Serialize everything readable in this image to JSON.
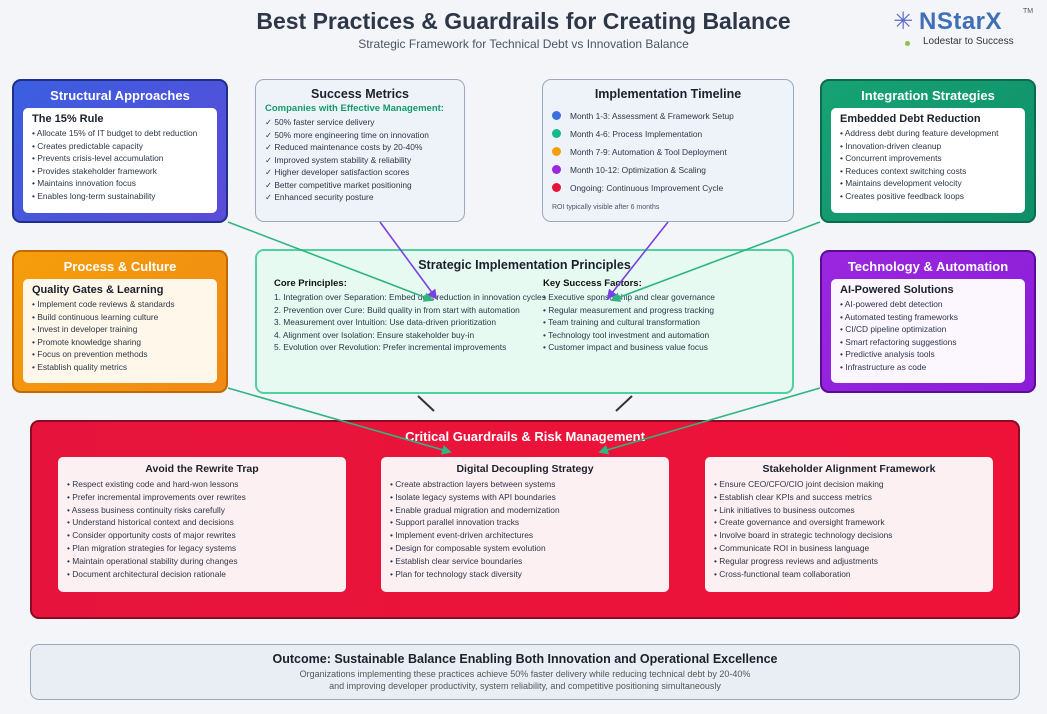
{
  "header": {
    "title": "Best Practices & Guardrails for Creating Balance",
    "subtitle": "Strategic Framework for Technical Debt vs Innovation Balance"
  },
  "logo": {
    "name": "NStarX",
    "trademark": "TM",
    "tagline": "Lodestar to Success"
  },
  "structural": {
    "title": "Structural Approaches",
    "heading": "The 15% Rule",
    "items": [
      "• Allocate 15% of IT budget to debt reduction",
      "• Creates predictable capacity",
      "• Prevents crisis-level accumulation",
      "• Provides stakeholder framework",
      "• Maintains innovation focus",
      "• Enables long-term sustainability"
    ]
  },
  "metrics": {
    "title": "Success Metrics",
    "subtitle": "Companies with Effective Management:",
    "items": [
      "✓ 50% faster service delivery",
      "✓ 50% more engineering time on innovation",
      "✓ Reduced maintenance costs by 20-40%",
      "✓ Improved system stability & reliability",
      "✓ Higher developer satisfaction scores",
      "✓ Better competitive market positioning",
      "✓ Enhanced security posture"
    ]
  },
  "timeline": {
    "title": "Implementation Timeline",
    "items": [
      {
        "label": "Month 1-3: Assessment & Framework Setup",
        "color": "#3b6fe0"
      },
      {
        "label": "Month 4-6: Process Implementation",
        "color": "#14b88a"
      },
      {
        "label": "Month 7-9: Automation & Tool Deployment",
        "color": "#f59e0b"
      },
      {
        "label": "Month 10-12: Optimization & Scaling",
        "color": "#9b27e0"
      },
      {
        "label": "Ongoing: Continuous Improvement Cycle",
        "color": "#e6143c"
      }
    ],
    "note": "ROI typically visible after 6 months"
  },
  "integration": {
    "title": "Integration Strategies",
    "heading": "Embedded Debt Reduction",
    "items": [
      "• Address debt during feature development",
      "• Innovation-driven cleanup",
      "• Concurrent improvements",
      "• Reduces context switching costs",
      "• Maintains development velocity",
      "• Creates positive feedback loops"
    ]
  },
  "process": {
    "title": "Process & Culture",
    "heading": "Quality Gates & Learning",
    "items": [
      "• Implement code reviews & standards",
      "• Build continuous learning culture",
      "• Invest in developer training",
      "• Promote knowledge sharing",
      "• Focus on prevention methods",
      "• Establish quality metrics"
    ]
  },
  "strategic": {
    "title": "Strategic Implementation Principles",
    "core_heading": "Core Principles:",
    "core": [
      "1. Integration over Separation: Embed debt reduction in innovation cycles",
      "2. Prevention over Cure: Build quality in from start with automation",
      "3. Measurement over Intuition: Use data-driven prioritization",
      "4. Alignment over Isolation: Ensure stakeholder buy-in",
      "5. Evolution over Revolution: Prefer incremental improvements"
    ],
    "factors_heading": "Key Success Factors:",
    "factors": [
      "• Executive sponsorship and clear governance",
      "• Regular measurement and progress tracking",
      "• Team training and cultural transformation",
      "• Technology tool investment and automation",
      "• Customer impact and business value focus"
    ]
  },
  "technology": {
    "title": "Technology & Automation",
    "heading": "AI-Powered Solutions",
    "items": [
      "• AI-powered debt detection",
      "• Automated testing frameworks",
      "• CI/CD pipeline optimization",
      "• Smart refactoring suggestions",
      "• Predictive analysis tools",
      "• Infrastructure as code"
    ]
  },
  "critical": {
    "title": "Critical Guardrails & Risk Management",
    "cards": [
      {
        "title": "Avoid the Rewrite Trap",
        "items": [
          "• Respect existing code and hard-won lessons",
          "• Prefer incremental improvements over rewrites",
          "• Assess business continuity risks carefully",
          "• Understand historical context and decisions",
          "• Consider opportunity costs of major rewrites",
          "• Plan migration strategies for legacy systems",
          "• Maintain operational stability during changes",
          "• Document architectural decision rationale"
        ]
      },
      {
        "title": "Digital Decoupling Strategy",
        "items": [
          "• Create abstraction layers between systems",
          "• Isolate legacy systems with API boundaries",
          "• Enable gradual migration and modernization",
          "• Support parallel innovation tracks",
          "• Implement event-driven architectures",
          "• Design for composable system evolution",
          "• Establish clear service boundaries",
          "• Plan for technology stack diversity"
        ]
      },
      {
        "title": "Stakeholder Alignment Framework",
        "items": [
          "• Ensure CEO/CFO/CIO joint decision making",
          "• Establish clear KPIs and success metrics",
          "• Link initiatives to business outcomes",
          "• Create governance and oversight framework",
          "• Involve board in strategic technology decisions",
          "• Communicate ROI in business language",
          "• Regular progress reviews and adjustments",
          "• Cross-functional team collaboration"
        ]
      }
    ]
  },
  "outcome": {
    "title": "Outcome: Sustainable Balance Enabling Both Innovation and Operational Excellence",
    "line1": "Organizations implementing these practices achieve 50% faster delivery while reducing technical debt by 20-40%",
    "line2": "and improving developer productivity, system reliability, and competitive positioning simultaneously"
  },
  "colors": {
    "structural": "#3b5fe0",
    "process": "#f59e0b",
    "integration": "#16a374",
    "technology": "#9b27e0",
    "critical": "#e6143c",
    "connector_green": "#2fb57f",
    "connector_purple": "#7b3fe4"
  }
}
